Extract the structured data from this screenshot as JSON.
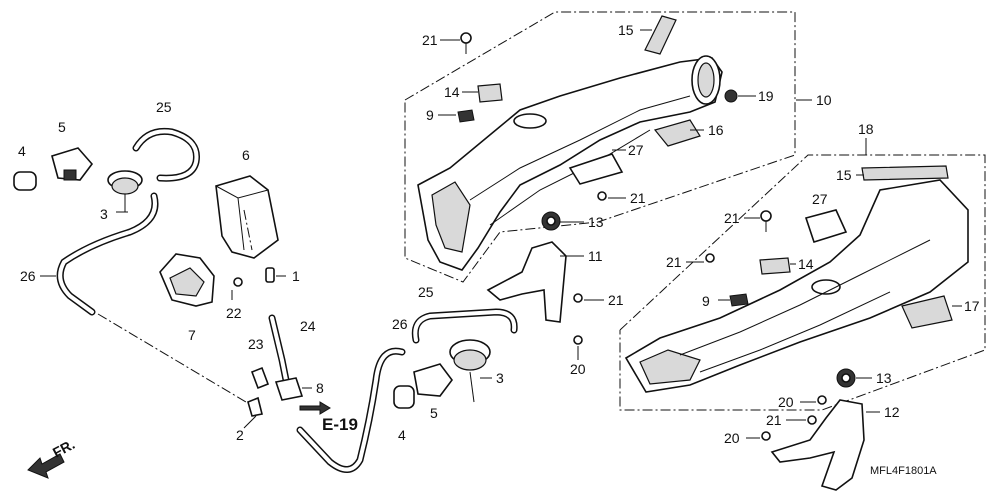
{
  "callouts": {
    "c1": "1",
    "c2": "2",
    "c3a": "3",
    "c3b": "3",
    "c4a": "4",
    "c4b": "4",
    "c5a": "5",
    "c5b": "5",
    "c6": "6",
    "c7": "7",
    "c8": "8",
    "c9a": "9",
    "c9b": "9",
    "c10": "10",
    "c11": "11",
    "c12": "12",
    "c13a": "13",
    "c13b": "13",
    "c14a": "14",
    "c14b": "14",
    "c15a": "15",
    "c15b": "15",
    "c16": "16",
    "c17": "17",
    "c18": "18",
    "c19": "19",
    "c20a": "20",
    "c20b": "20",
    "c20c": "20",
    "c21a": "21",
    "c21b": "21",
    "c21c": "21",
    "c21d": "21",
    "c21e": "21",
    "c21f": "21",
    "c22": "22",
    "c23": "23",
    "c24": "24",
    "c25a": "25",
    "c25b": "25",
    "c26a": "26",
    "c26b": "26",
    "c27a": "27",
    "c27b": "27"
  },
  "reference": "E-19",
  "direction_label": "FR.",
  "diagram_code": "MFL4F1801A"
}
